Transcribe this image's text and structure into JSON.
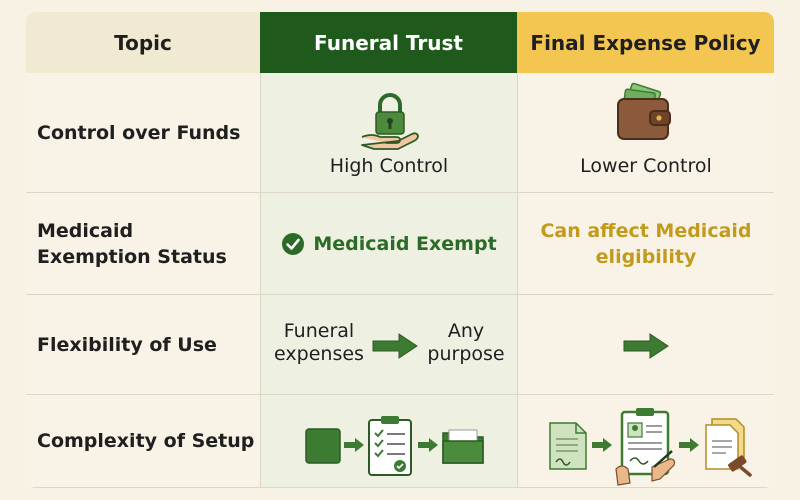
{
  "header": {
    "topic": "Topic",
    "funeral_trust": "Funeral Trust",
    "final_expense": "Final Expense Policy"
  },
  "rows": [
    {
      "topic": "Control over Funds",
      "trust": {
        "label": "High Control",
        "icon": "padlock-hand-icon"
      },
      "final": {
        "label": "Lower Control",
        "icon": "wallet-icon"
      }
    },
    {
      "topic": "Medicaid\nExemption Status",
      "trust": {
        "label": "Medicaid Exempt",
        "icon": "check-circle-icon"
      },
      "final": {
        "label": "Can affect Medicaid\neligibility"
      }
    },
    {
      "topic": "Flexibility of Use",
      "trust": {
        "from": "Funeral\nexpenses",
        "to": "Any\npurpose",
        "icon": "arrow-right-icon"
      },
      "final": {
        "icon": "arrow-right-icon"
      }
    },
    {
      "topic": "Complexity of Setup",
      "trust": {
        "icons": [
          "green-box-icon",
          "checklist-clipboard-icon",
          "folder-icon"
        ]
      },
      "final": {
        "icons": [
          "document-icon",
          "signing-clipboard-icon",
          "gavel-document-icon"
        ]
      }
    }
  ],
  "colors": {
    "trust_header": "#1f5a1c",
    "final_header": "#f3c651",
    "topic_header": "#f1ead2",
    "green_text": "#2b6a27",
    "amber_text": "#c29a1c"
  }
}
